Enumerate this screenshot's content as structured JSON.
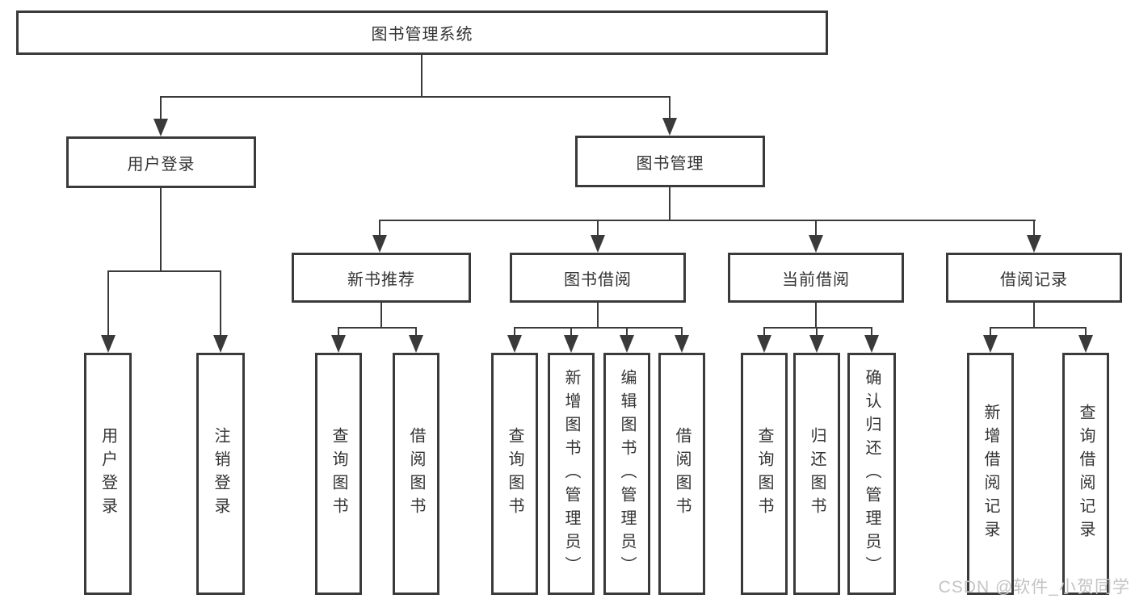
{
  "nodes": {
    "root": "图书管理系统",
    "user_login": "用户登录",
    "book_mgmt": "图书管理",
    "new_book_rec": "新书推荐",
    "book_borrow": "图书借阅",
    "current_borrow": "当前借阅",
    "borrow_records": "借阅记录",
    "ul_user_login": "用户登录",
    "ul_logout": "注销登录",
    "nb_query_book": "查询图书",
    "nb_borrow_book": "借阅图书",
    "bb_query_book": "查询图书",
    "bb_add_book": "新增图书（管理员）",
    "bb_edit_book": "编辑图书（管理员）",
    "bb_borrow_book": "借阅图书",
    "cb_query_book": "查询图书",
    "cb_return_book": "归还图书",
    "cb_confirm_return": "确认归还（管理员）",
    "br_add_record": "新增借阅记录",
    "br_query_record": "查询借阅记录"
  },
  "watermark": "CSDN @软件_小贺同学",
  "colors": {
    "line": "#3a3a3a",
    "text": "#333333",
    "background": "#ffffff",
    "watermark": "#c4c4c4"
  }
}
